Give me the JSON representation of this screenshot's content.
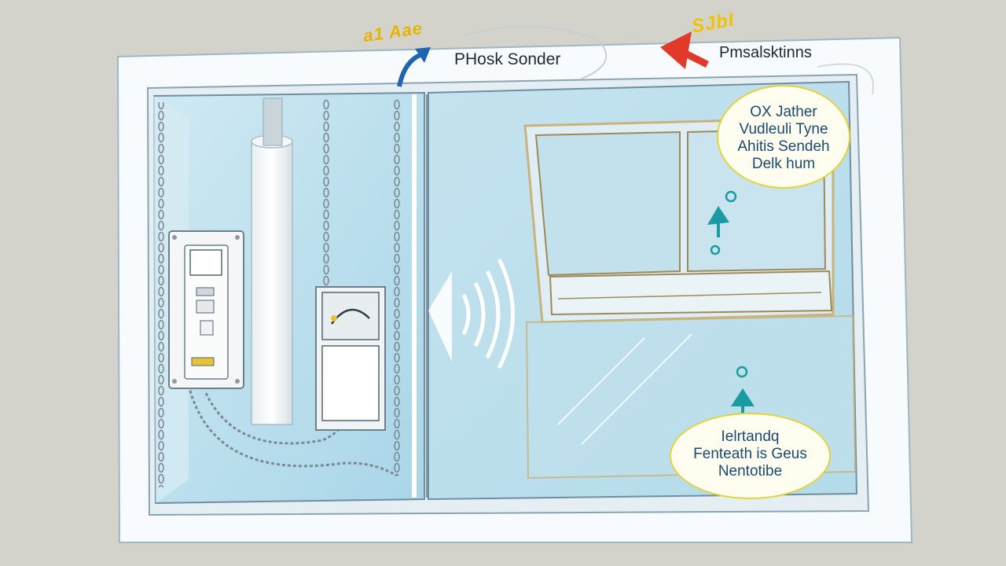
{
  "labels": {
    "top_mid": "PHosk Sonder",
    "top_right": "Pmsalsktinns",
    "scribble_left": "a1 Aae",
    "scribble_right": "SJbI"
  },
  "bubbles": {
    "top": [
      "OX Jather",
      "Vudleuli Tyne",
      "Ahitis Sendeh",
      "Delk hum"
    ],
    "bottom": [
      "Ielrtandq",
      "Fenteath is Geus",
      "Nentotibe"
    ]
  },
  "colors": {
    "background": "#d3d3cc",
    "wall_glass": "#bfe0ec",
    "frame": "#f7fbfd",
    "arrow_red": "#e23a2a",
    "arrow_blue": "#1f64b0",
    "arrow_teal": "#1a9aa3",
    "bubble_border": "#e3d33b"
  },
  "icons": [
    "chain-icon",
    "control-panel-icon",
    "pulley-box-icon",
    "signal-waves-icon",
    "arrow-icon",
    "window-icon"
  ]
}
